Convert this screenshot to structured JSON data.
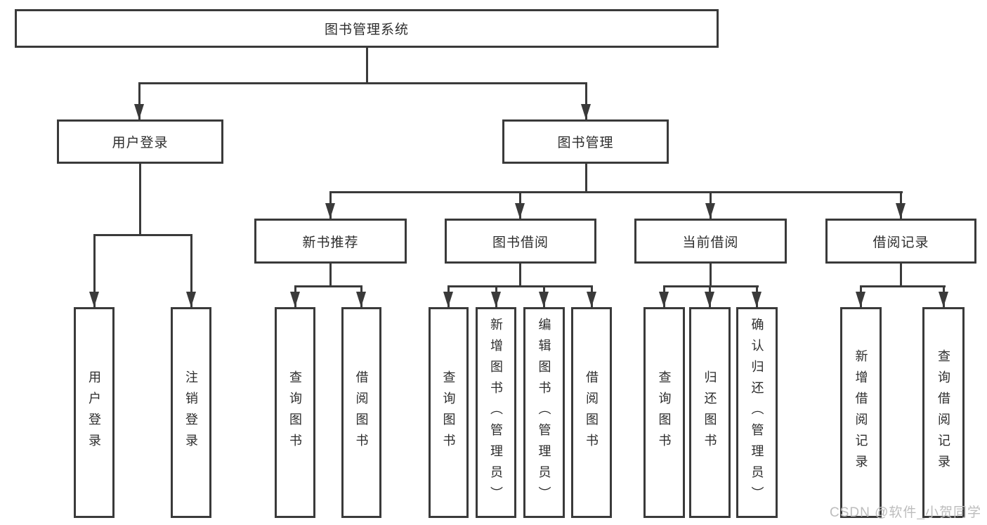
{
  "diagram": {
    "type": "hierarchy-tree",
    "orientation": "top-down",
    "colors": {
      "background": "#ffffff",
      "line": "#3a3a3a",
      "box_border": "#3a3a3a",
      "text": "#2d2d2d",
      "watermark": "#bdbdbd"
    },
    "tree": {
      "label": "图书管理系统",
      "children": [
        {
          "label": "用户登录",
          "children": [
            {
              "label": "用户登录"
            },
            {
              "label": "注销登录"
            }
          ]
        },
        {
          "label": "图书管理",
          "children": [
            {
              "label": "新书推荐",
              "children": [
                {
                  "label": "查询图书"
                },
                {
                  "label": "借阅图书"
                }
              ]
            },
            {
              "label": "图书借阅",
              "children": [
                {
                  "label": "查询图书"
                },
                {
                  "label": "新增图书（管理员）"
                },
                {
                  "label": "编辑图书（管理员）"
                },
                {
                  "label": "借阅图书"
                }
              ]
            },
            {
              "label": "当前借阅",
              "children": [
                {
                  "label": "查询图书"
                },
                {
                  "label": "归还图书"
                },
                {
                  "label": "确认归还（管理员）"
                }
              ]
            },
            {
              "label": "借阅记录",
              "children": [
                {
                  "label": "新增借阅记录"
                },
                {
                  "label": "查询借阅记录"
                }
              ]
            }
          ]
        }
      ]
    },
    "watermark": {
      "text": "CSDN @软件_小贺同学"
    }
  }
}
